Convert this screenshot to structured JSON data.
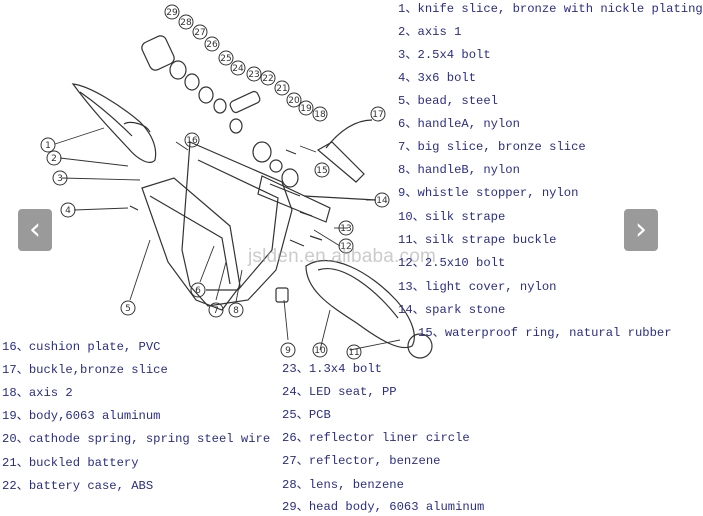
{
  "watermark": "jslden.en.alibaba.com",
  "diagram_numbers": [
    "1",
    "2",
    "3",
    "4",
    "5",
    "6",
    "7",
    "8",
    "9",
    "10",
    "11",
    "12",
    "13",
    "14",
    "15",
    "16",
    "17",
    "18",
    "19",
    "20",
    "21",
    "22",
    "23",
    "24",
    "25",
    "26",
    "27",
    "28",
    "29"
  ],
  "legend_right": [
    "1、knife slice, bronze with nickle plating",
    "2、axis 1",
    "3、2.5x4 bolt",
    "4、3x6 bolt",
    "5、bead, steel",
    "6、handleA, nylon",
    "7、big slice, bronze slice",
    "8、handleB, nylon",
    "9、whistle stopper, nylon",
    "10、silk strape",
    "11、silk strape buckle",
    "12、2.5x10 bolt",
    "13、light cover, nylon",
    "14、spark stone",
    "15、waterproof ring, natural rubber"
  ],
  "legend_bottom_left": [
    "16、cushion plate, PVC",
    "17、buckle,bronze slice",
    "18、axis 2",
    "19、body,6063 aluminum",
    "20、cathode spring, spring steel wire",
    "21、buckled battery",
    "22、battery case, ABS"
  ],
  "legend_bottom_right": [
    "23、1.3x4 bolt",
    "24、LED seat, PP",
    "25、PCB",
    "26、reflector liner circle",
    "27、reflector, benzene",
    "28、lens, benzene",
    "29、head body, 6063 aluminum"
  ],
  "colors": {
    "text": "#2a2e86",
    "drawing": "#333333",
    "nav_bg": "#737373"
  },
  "icons": {
    "prev": "chevron-left-icon",
    "next": "chevron-right-icon"
  },
  "nav": {
    "prev_glyph": "‹",
    "next_glyph": "›"
  }
}
